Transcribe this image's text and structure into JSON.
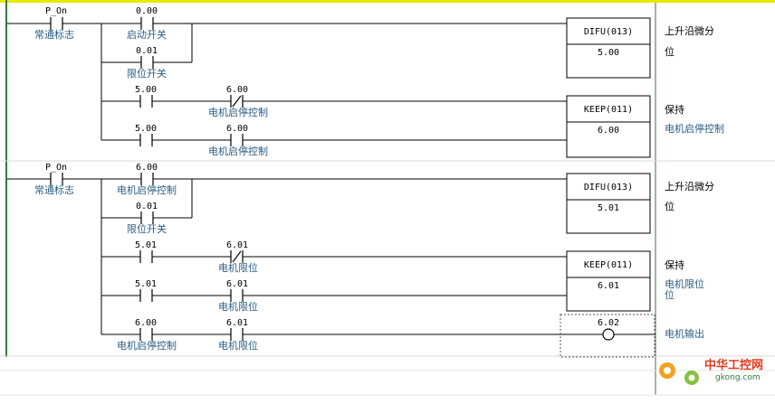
{
  "rung1": {
    "c1": {
      "addr": "P_On",
      "comment": "常通标志"
    },
    "c2": {
      "addr": "0.00",
      "comment": "启动开关"
    },
    "c3": {
      "addr": "0.01",
      "comment": "限位开关"
    },
    "c4": {
      "addr": "5.00",
      "comment": ""
    },
    "c5": {
      "addr": "6.00",
      "comment": "电机启停控制"
    },
    "c6": {
      "addr": "5.00",
      "comment": ""
    },
    "c7": {
      "addr": "6.00",
      "comment": "电机启停控制"
    },
    "difu": {
      "instr": "DIFU(013)",
      "operand": "5.00",
      "comment1": "上升沿微分",
      "comment2": "位"
    },
    "keep": {
      "instr": "KEEP(011)",
      "operand": "6.00",
      "comment1": "保持",
      "comment2": "电机启停控制"
    }
  },
  "rung2": {
    "c1": {
      "addr": "P_On",
      "comment": "常通标志"
    },
    "c2": {
      "addr": "6.00",
      "comment": "电机启停控制"
    },
    "c3": {
      "addr": "0.01",
      "comment": "限位开关"
    },
    "c4": {
      "addr": "5.01",
      "comment": ""
    },
    "c5": {
      "addr": "6.01",
      "comment": "电机限位"
    },
    "c6": {
      "addr": "5.01",
      "comment": ""
    },
    "c7": {
      "addr": "6.01",
      "comment": "电机限位"
    },
    "c8": {
      "addr": "6.00",
      "comment": "电机启停控制"
    },
    "c9": {
      "addr": "6.01",
      "comment": "电机限位"
    },
    "difu": {
      "instr": "DIFU(013)",
      "operand": "5.01",
      "comment1": "上升沿微分",
      "comment2": "位"
    },
    "keep": {
      "instr": "KEEP(011)",
      "operand": "6.01",
      "comment1": "保持",
      "comment2": "电机限位",
      "comment3": "位"
    },
    "coil": {
      "addr": "6.02",
      "comment": "电机输出"
    }
  },
  "watermark": {
    "brand": "中华工控网",
    "url": "gkong.com"
  },
  "colors": {
    "comment": "#2a5d84",
    "accent": "#e8e800",
    "wire": "#000000"
  }
}
